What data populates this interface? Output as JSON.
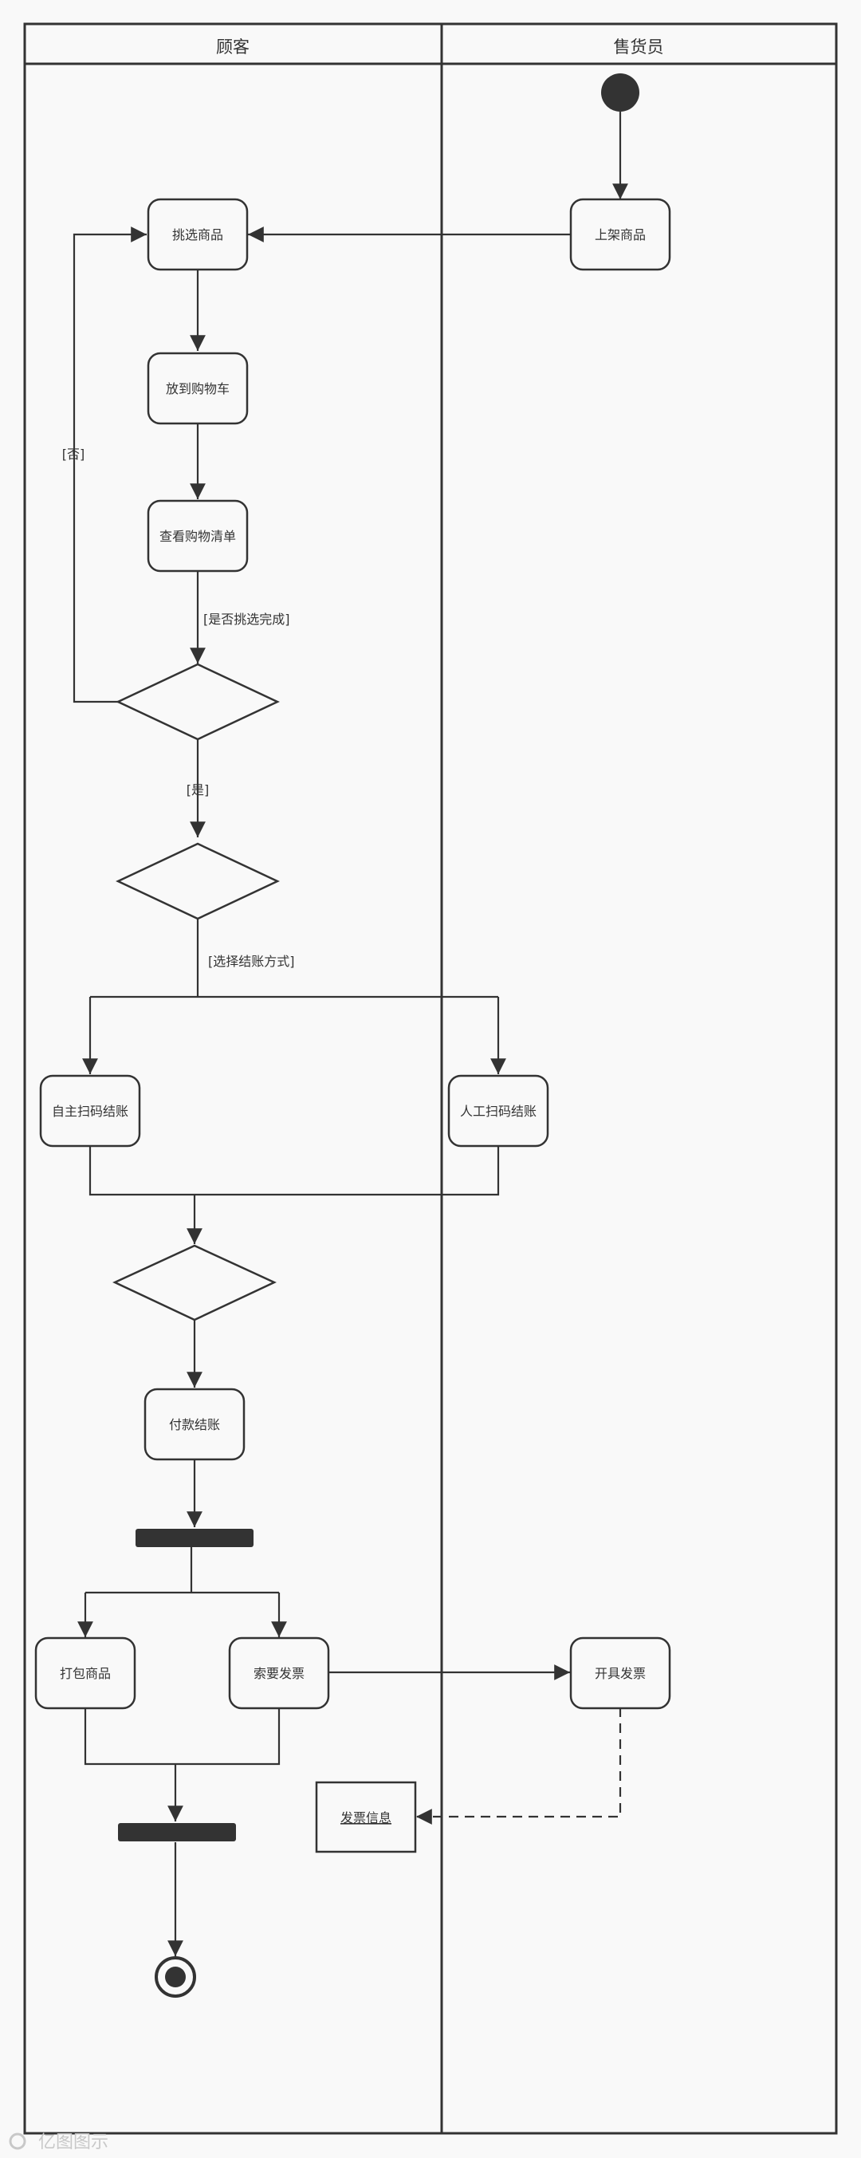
{
  "swimlanes": {
    "left_title": "顾客",
    "right_title": "售货员"
  },
  "nodes": {
    "shelve": "上架商品",
    "pick": "挑选商品",
    "add_cart": "放到购物车",
    "view_list": "查看购物清单",
    "self_checkout": "自主扫码结账",
    "manual_checkout": "人工扫码结账",
    "pay": "付款结账",
    "pack": "打包商品",
    "request_invoice": "索要发票",
    "issue_invoice": "开具发票",
    "invoice_info": "发票信息"
  },
  "guards": {
    "no": "[否]",
    "is_done": "[是否挑选完成]",
    "yes": "[是]",
    "choose_method": "[选择结账方式]"
  },
  "watermark": "亿图图示"
}
